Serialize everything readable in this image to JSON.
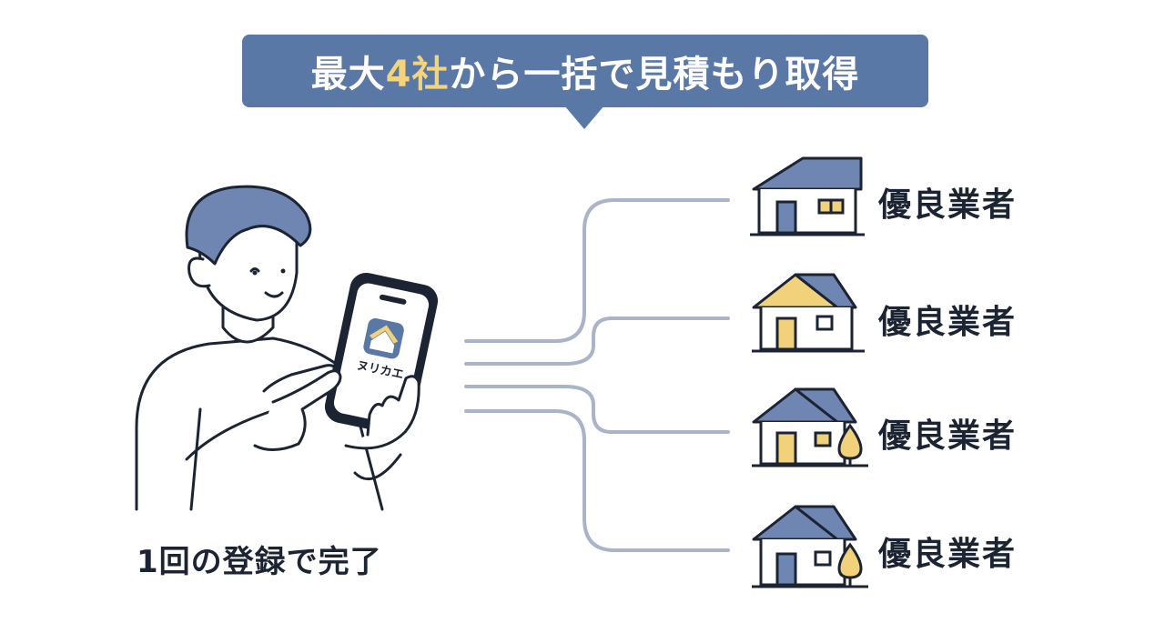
{
  "banner": {
    "prefix": "最大",
    "highlight": "4社",
    "suffix": "から一括で見積もり取得"
  },
  "app_icon_label": "ヌリカエ",
  "caption": "1回の登録で完了",
  "vendors": [
    {
      "label": "優良業者"
    },
    {
      "label": "優良業者"
    },
    {
      "label": "優良業者"
    },
    {
      "label": "優良業者"
    }
  ],
  "colors": {
    "banner": "#5a78a6",
    "highlight": "#f3d47d",
    "accent_blue": "#6f86b2",
    "accent_yellow": "#f1d27a",
    "line": "#aab4c8",
    "ink": "#1c2433"
  }
}
